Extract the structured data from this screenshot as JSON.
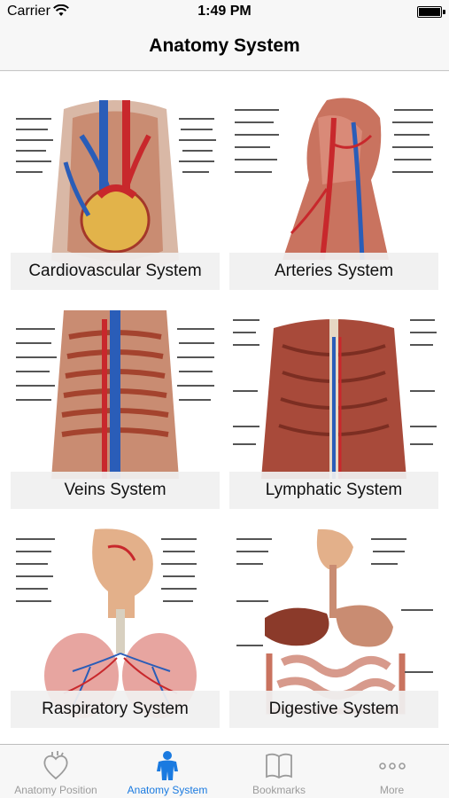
{
  "status_bar": {
    "carrier": "Carrier",
    "time": "1:49 PM"
  },
  "nav": {
    "title": "Anatomy System"
  },
  "cards": [
    {
      "label": "Cardiovascular System",
      "icon": "cardiovascular-illustration"
    },
    {
      "label": "Arteries System",
      "icon": "arteries-illustration"
    },
    {
      "label": "Veins System",
      "icon": "veins-illustration"
    },
    {
      "label": "Lymphatic System",
      "icon": "lymphatic-illustration"
    },
    {
      "label": "Raspiratory System",
      "icon": "respiratory-illustration"
    },
    {
      "label": "Digestive System",
      "icon": "digestive-illustration"
    }
  ],
  "tabs": [
    {
      "label": "Anatomy Position",
      "icon": "heart-outline-icon",
      "active": false
    },
    {
      "label": "Anatomy System",
      "icon": "body-figure-icon",
      "active": true
    },
    {
      "label": "Bookmarks",
      "icon": "book-icon",
      "active": false
    },
    {
      "label": "More",
      "icon": "ellipsis-icon",
      "active": false
    }
  ],
  "colors": {
    "accent": "#1a7ae0",
    "inactive": "#9b9b9b",
    "artery": "#c8282c",
    "vein": "#2a5db8",
    "muscle": "#b85a4a"
  }
}
